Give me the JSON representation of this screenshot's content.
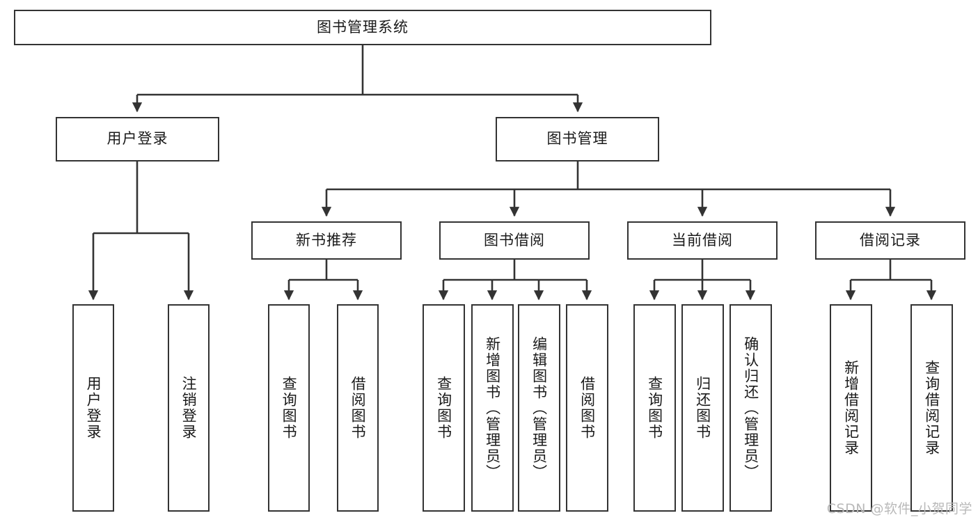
{
  "diagram": {
    "title": "图书管理系统",
    "type": "tree-hierarchy",
    "root": {
      "id": "root",
      "label": "图书管理系统"
    },
    "level2": [
      {
        "id": "user-login",
        "label": "用户登录"
      },
      {
        "id": "book-manage",
        "label": "图书管理"
      }
    ],
    "level3": [
      {
        "id": "new-book-recommend",
        "label": "新书推荐",
        "parent": "book-manage"
      },
      {
        "id": "book-borrow",
        "label": "图书借阅",
        "parent": "book-manage"
      },
      {
        "id": "current-borrow",
        "label": "当前借阅",
        "parent": "book-manage"
      },
      {
        "id": "borrow-record",
        "label": "借阅记录",
        "parent": "book-manage"
      }
    ],
    "leaves": {
      "user_login": [
        {
          "id": "leaf-user-login",
          "label": "用户登录"
        },
        {
          "id": "leaf-logout-login",
          "label": "注销登录"
        }
      ],
      "new_book_recommend": [
        {
          "id": "leaf-query-book-1",
          "label": "查询图书"
        },
        {
          "id": "leaf-borrow-book-1",
          "label": "借阅图书"
        }
      ],
      "book_borrow": [
        {
          "id": "leaf-query-book-2",
          "label": "查询图书"
        },
        {
          "id": "leaf-add-book",
          "label": "新增图书（管理员）"
        },
        {
          "id": "leaf-edit-book",
          "label": "编辑图书（管理员）"
        },
        {
          "id": "leaf-borrow-book-2",
          "label": "借阅图书"
        }
      ],
      "current_borrow": [
        {
          "id": "leaf-query-book-3",
          "label": "查询图书"
        },
        {
          "id": "leaf-return-book",
          "label": "归还图书"
        },
        {
          "id": "leaf-confirm-return",
          "label": "确认归还（管理员）"
        }
      ],
      "borrow_record": [
        {
          "id": "leaf-add-record",
          "label": "新增借阅记录"
        },
        {
          "id": "leaf-query-record",
          "label": "查询借阅记录"
        }
      ]
    }
  },
  "watermark": {
    "text": "CSDN @软件_小贺同学"
  },
  "colors": {
    "stroke": "#333333",
    "box_fill": "#ffffff",
    "text": "#1a1a1a",
    "watermark": "#b9b9b9",
    "background": "#ffffff"
  }
}
